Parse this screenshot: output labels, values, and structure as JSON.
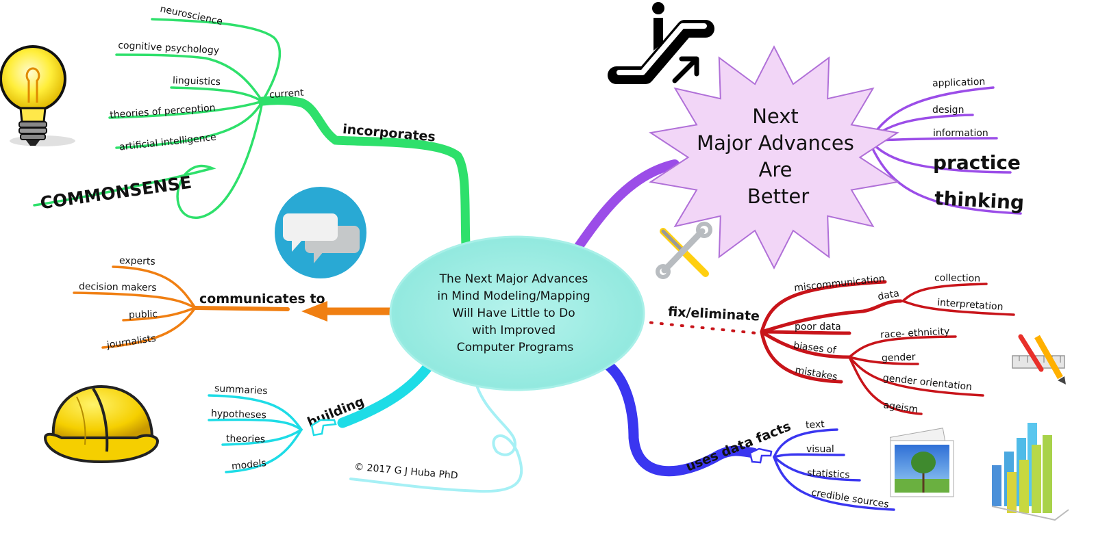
{
  "center": {
    "lines": [
      "The Next Major Advances",
      "in Mind Modeling/Mapping",
      "Will Have Little to Do",
      "with Improved",
      "Computer Programs"
    ]
  },
  "star": {
    "lines": [
      "Next",
      "Major Advances",
      "Are",
      "Better"
    ]
  },
  "branches": {
    "incorporates": {
      "label": "incorporates",
      "current": "current",
      "items": [
        "neuroscience",
        "cognitive psychology",
        "linguistics",
        "theories of perception",
        "artificial intelligence"
      ],
      "commonsense": "COMMONSENSE"
    },
    "communicates": {
      "label": "communicates to",
      "items": [
        "experts",
        "decision makers",
        "public",
        "journalists"
      ]
    },
    "building": {
      "label": "building",
      "items": [
        "summaries",
        "hypotheses",
        "theories",
        "models"
      ]
    },
    "uses": {
      "label": "uses data facts",
      "items": [
        "text",
        "visual",
        "statistics",
        "credible sources"
      ]
    },
    "better": {
      "items": [
        "application",
        "design",
        "information"
      ],
      "big_items": [
        "practice",
        "thinking"
      ]
    },
    "fix": {
      "label": "fix/eliminate",
      "miscommunication": "miscommunication",
      "poor_data": "poor data",
      "data": "data",
      "data_items": [
        "collection",
        "interpretation"
      ],
      "biases": "biases of",
      "bias_items": [
        "race- ethnicity",
        "gender",
        "gender orientation",
        "ageism"
      ],
      "mistakes": "mistakes"
    }
  },
  "copyright": "© 2017 G J Huba PhD",
  "icons": [
    "lightbulb-icon",
    "chat-bubbles-icon",
    "hard-hat-icon",
    "escalator-icon",
    "tools-icon",
    "pencil-ruler-icon",
    "photo-icon",
    "bar-chart-3d-icon",
    "pointing-hand-icon"
  ],
  "colors": {
    "green": "#2ee06b",
    "orange": "#f07f12",
    "cyan": "#1edce6",
    "blue": "#3a36f0",
    "purple": "#9b4de8",
    "red": "#c8141a",
    "center_fill": "#8fe9df",
    "star_fill": "#f2d6f7"
  }
}
